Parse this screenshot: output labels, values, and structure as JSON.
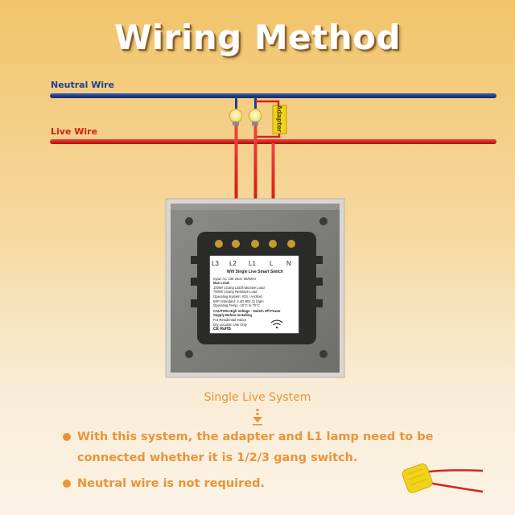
{
  "title": "Wiring Method",
  "neutral_wire_label": "Neutral Wire",
  "live_wire_label": "Live Wire",
  "adapter_label": "Adapter",
  "terminals": [
    "L3",
    "L2",
    "L1",
    "L",
    "N"
  ],
  "label_sticker": {
    "title": "Wifi Single Live Smart Switch",
    "lines": [
      "Input: AC 100-240V 50/60Hz",
      "Max Load:",
      "100W/ 1Gang LED/Inductive Load",
      "700W/ 1Gang Resistive Load",
      "Operating System: IOS / Android",
      "WIFI Standard: 2.4G 802.11 b/g/n",
      "Operating Temp: -10°C to 70°C"
    ],
    "caution": "CAUTION High Voltage · Switch Off Power",
    "caution_2": "Supply Before Installing",
    "caution_3": "For Residential Indoor",
    "caution_4": "Dry Location Use Only",
    "marks": "CE RoHS"
  },
  "system_label": "Single Live System",
  "bullets": [
    "With this system, the adapter and L1 lamp need to be connected whether it is 1/2/3 gang switch.",
    "Neutral wire is not required."
  ],
  "colors": {
    "neutral": "#1f3f8c",
    "live": "#d9231b",
    "accent": "#e8943a",
    "adapter": "#f2d21a"
  }
}
